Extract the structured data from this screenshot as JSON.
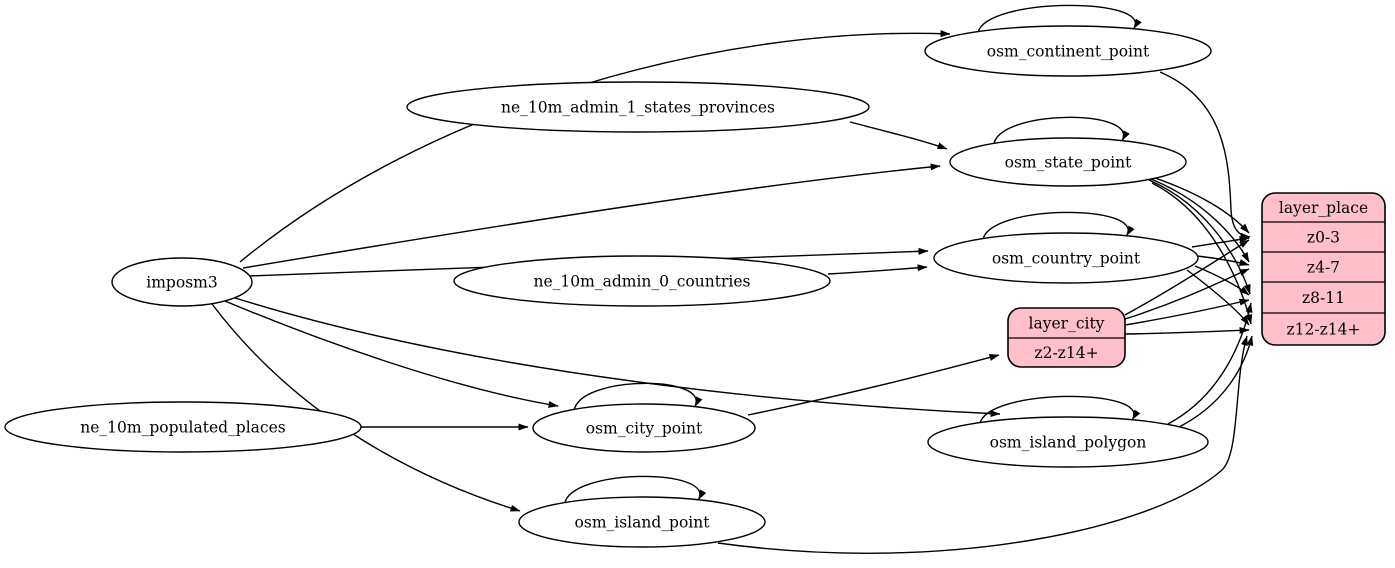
{
  "diagram": {
    "colors": {
      "background": "#ffffff",
      "edge_stroke": "#000000",
      "ellipse_fill": "#ffffff",
      "record_fill": "#ffc0cb",
      "text": "#000000"
    },
    "nodes": {
      "imposm3": {
        "label": "imposm3"
      },
      "ne_10m_populated_places": {
        "label": "ne_10m_populated_places"
      },
      "ne_10m_admin_1_states_provinces": {
        "label": "ne_10m_admin_1_states_provinces"
      },
      "ne_10m_admin_0_countries": {
        "label": "ne_10m_admin_0_countries"
      },
      "osm_continent_point": {
        "label": "osm_continent_point"
      },
      "osm_state_point": {
        "label": "osm_state_point"
      },
      "osm_country_point": {
        "label": "osm_country_point"
      },
      "osm_city_point": {
        "label": "osm_city_point"
      },
      "osm_island_polygon": {
        "label": "osm_island_polygon"
      },
      "osm_island_point": {
        "label": "osm_island_point"
      },
      "layer_city": {
        "title": "layer_city",
        "rows": [
          "z2-z14+"
        ]
      },
      "layer_place": {
        "title": "layer_place",
        "rows": [
          "z0-3",
          "z4-7",
          "z8-11",
          "z12-z14+"
        ]
      }
    },
    "edges": [
      {
        "from": "imposm3",
        "to": "osm_continent_point"
      },
      {
        "from": "imposm3",
        "to": "osm_state_point"
      },
      {
        "from": "imposm3",
        "to": "osm_country_point"
      },
      {
        "from": "imposm3",
        "to": "osm_city_point"
      },
      {
        "from": "imposm3",
        "to": "osm_island_polygon"
      },
      {
        "from": "imposm3",
        "to": "osm_island_point"
      },
      {
        "from": "ne_10m_admin_1_states_provinces",
        "to": "osm_state_point"
      },
      {
        "from": "ne_10m_admin_0_countries",
        "to": "osm_country_point"
      },
      {
        "from": "ne_10m_populated_places",
        "to": "osm_city_point"
      },
      {
        "from": "osm_continent_point",
        "to": "osm_continent_point"
      },
      {
        "from": "osm_state_point",
        "to": "osm_state_point"
      },
      {
        "from": "osm_country_point",
        "to": "osm_country_point"
      },
      {
        "from": "osm_city_point",
        "to": "osm_city_point"
      },
      {
        "from": "osm_island_polygon",
        "to": "osm_island_polygon"
      },
      {
        "from": "osm_island_point",
        "to": "osm_island_point"
      },
      {
        "from": "osm_city_point",
        "to": "layer_city",
        "port": "z2-z14+"
      },
      {
        "from": "osm_continent_point",
        "to": "layer_place",
        "port": "z0-3"
      },
      {
        "from": "osm_state_point",
        "to": "layer_place",
        "port": "z0-3"
      },
      {
        "from": "osm_state_point",
        "to": "layer_place",
        "port": "z4-7"
      },
      {
        "from": "osm_state_point",
        "to": "layer_place",
        "port": "z8-11"
      },
      {
        "from": "osm_state_point",
        "to": "layer_place",
        "port": "z12-z14+"
      },
      {
        "from": "osm_country_point",
        "to": "layer_place",
        "port": "z0-3"
      },
      {
        "from": "osm_country_point",
        "to": "layer_place",
        "port": "z4-7"
      },
      {
        "from": "osm_country_point",
        "to": "layer_place",
        "port": "z8-11"
      },
      {
        "from": "osm_country_point",
        "to": "layer_place",
        "port": "z12-z14+"
      },
      {
        "from": "layer_city",
        "to": "layer_place",
        "port": "z0-3"
      },
      {
        "from": "layer_city",
        "to": "layer_place",
        "port": "z4-7"
      },
      {
        "from": "layer_city",
        "to": "layer_place",
        "port": "z8-11"
      },
      {
        "from": "layer_city",
        "to": "layer_place",
        "port": "z12-z14+"
      },
      {
        "from": "osm_island_polygon",
        "to": "layer_place",
        "port": "z8-11"
      },
      {
        "from": "osm_island_polygon",
        "to": "layer_place",
        "port": "z12-z14+"
      },
      {
        "from": "osm_island_point",
        "to": "layer_place",
        "port": "z12-z14+"
      }
    ]
  }
}
